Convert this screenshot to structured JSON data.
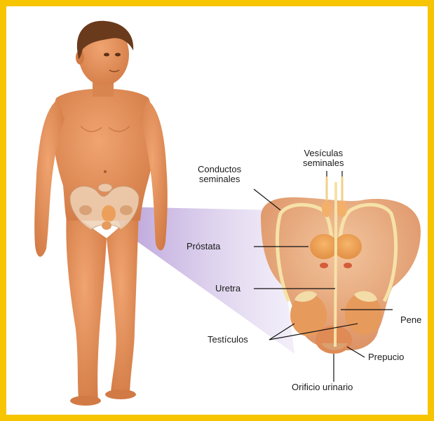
{
  "colors": {
    "frame": "#f7c400",
    "skin": "#e8955f",
    "skin_shadow": "#c96f3e",
    "hair": "#6a3a1c",
    "zoom_cone": "#b89ad8",
    "organ": "#f0a55e",
    "duct": "#f6e2a8",
    "label_line": "#111111"
  },
  "labels": {
    "conductos": "Conductos\nseminales",
    "vesiculas": "Vesículas\nseminales",
    "prostata": "Próstata",
    "uretra": "Uretra",
    "pene": "Pene",
    "testiculos": "Testículos",
    "prepucio": "Prepucio",
    "orificio": "Orificio urinario"
  },
  "icons": [
    "human-figure",
    "pelvis-bones",
    "reproductive-organs"
  ]
}
